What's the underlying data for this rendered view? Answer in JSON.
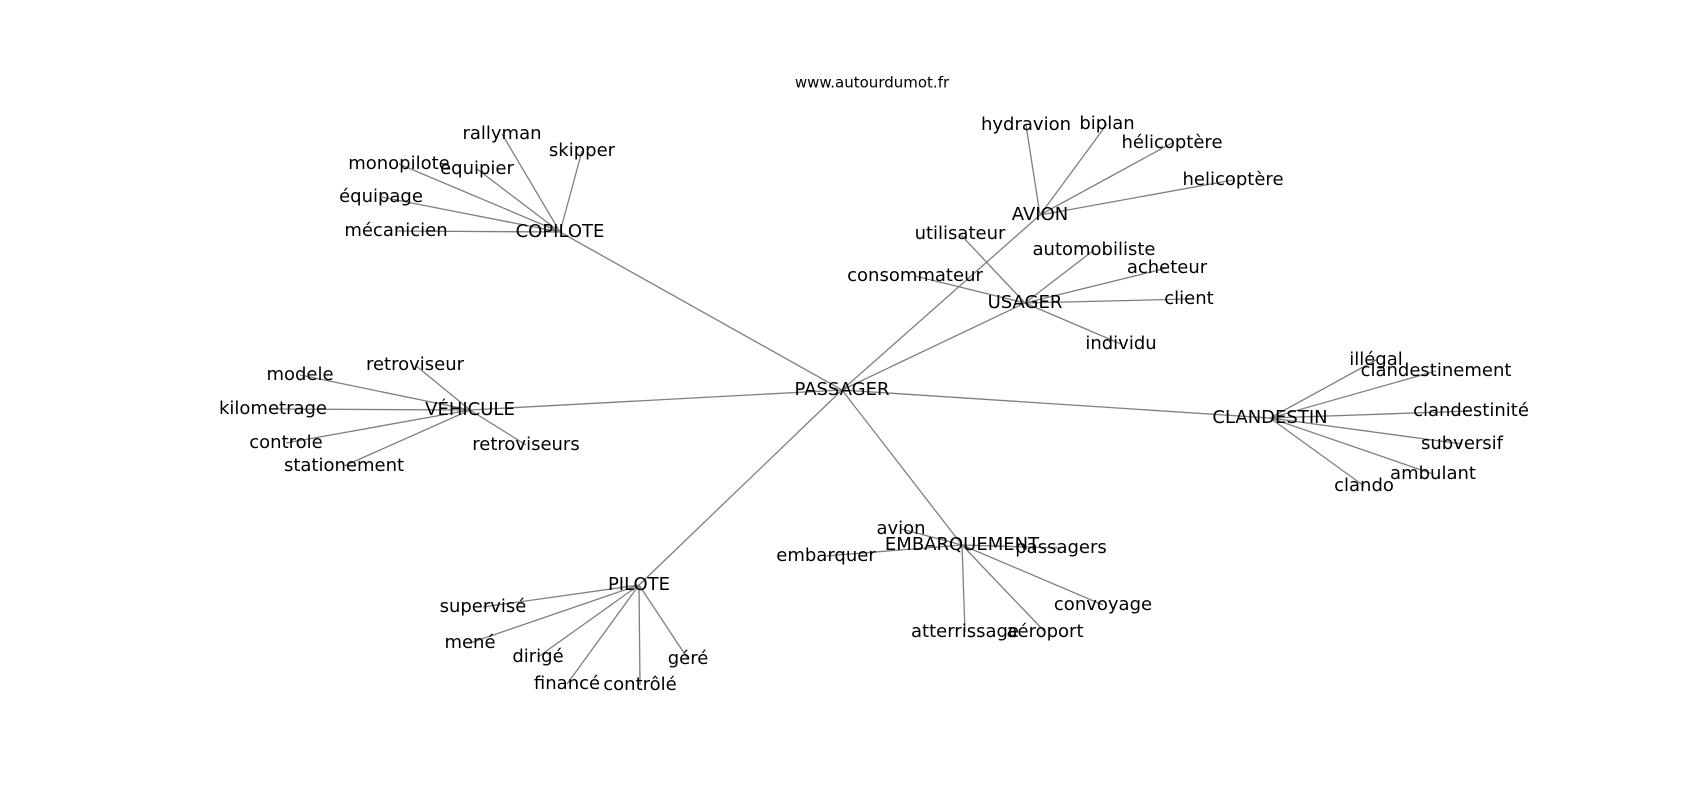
{
  "source": "www.autourdumot.fr",
  "graph": {
    "center": "PASSAGER",
    "groups": [
      {
        "id": "copilote",
        "label": "COPILOTE",
        "words": [
          "rallyman",
          "skipper",
          "monopilote",
          "equipier",
          "équipage",
          "mécanicien"
        ]
      },
      {
        "id": "avion",
        "label": "AVION",
        "words": [
          "hydravion",
          "biplan",
          "hélicoptère",
          "helicoptère"
        ]
      },
      {
        "id": "usager",
        "label": "USAGER",
        "words": [
          "utilisateur",
          "automobiliste",
          "acheteur",
          "consommateur",
          "client",
          "individu"
        ]
      },
      {
        "id": "vehicule",
        "label": "VÉHICULE",
        "words": [
          "retroviseur",
          "modele",
          "kilometrage",
          "controle",
          "stationement",
          "retroviseurs"
        ]
      },
      {
        "id": "clandestin",
        "label": "CLANDESTIN",
        "words": [
          "illégal",
          "clandestinement",
          "clandestinité",
          "subversif",
          "ambulant",
          "clando"
        ]
      },
      {
        "id": "embarquement",
        "label": "EMBARQUEMENT",
        "words": [
          "avion",
          "embarquer",
          "passagers",
          "convoyage",
          "atterrissage",
          "aéroport"
        ]
      },
      {
        "id": "pilote",
        "label": "PILOTE",
        "words": [
          "supervisé",
          "mené",
          "dirigé",
          "géré",
          "financé",
          "contrôlé"
        ]
      }
    ]
  }
}
